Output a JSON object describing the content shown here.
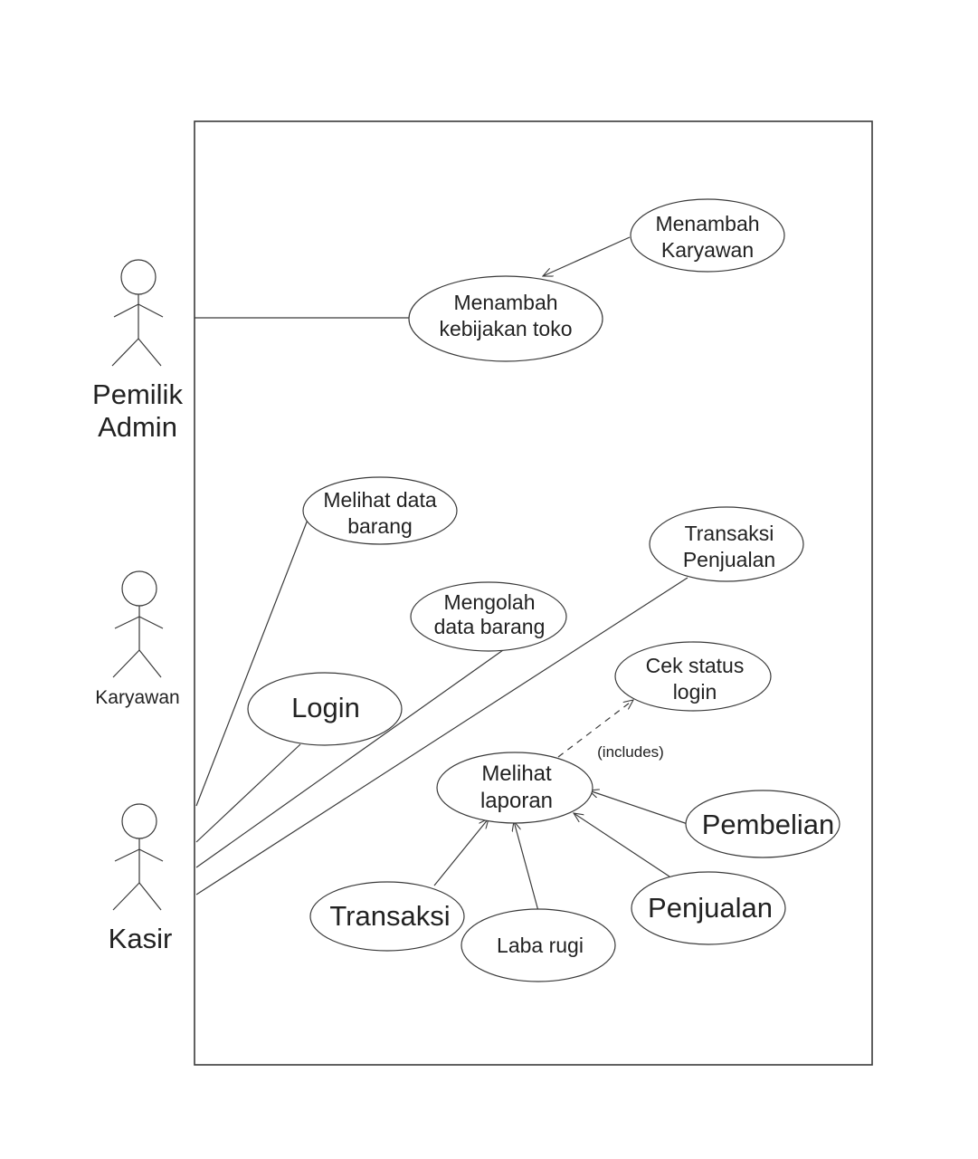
{
  "actors": {
    "pemilik_admin": {
      "line1": "Pemilik",
      "line2": "Admin"
    },
    "karyawan": {
      "label": "Karyawan"
    },
    "kasir": {
      "label": "Kasir"
    }
  },
  "use_cases": {
    "menambah_karyawan": {
      "line1": "Menambah",
      "line2": "Karyawan"
    },
    "menambah_kebijakan": {
      "line1": "Menambah",
      "line2": "kebijakan toko"
    },
    "melihat_data_barang": {
      "line1": "Melihat data",
      "line2": "barang"
    },
    "transaksi_penjualan": {
      "line1": "Transaksi",
      "line2": "Penjualan"
    },
    "mengolah_data_barang": {
      "line1": "Mengolah",
      "line2": "data barang"
    },
    "cek_status_login": {
      "line1": "Cek status",
      "line2": "login"
    },
    "login": {
      "label": "Login"
    },
    "melihat_laporan": {
      "line1": "Melihat",
      "line2": "laporan"
    },
    "pembelian": {
      "label": "Pembelian"
    },
    "transaksi": {
      "label": "Transaksi"
    },
    "penjualan": {
      "label": "Penjualan"
    },
    "laba_rugi": {
      "label": "Laba rugi"
    }
  },
  "relations": {
    "includes_label": "(includes)"
  },
  "colors": {
    "line": "#3a3a3a",
    "text": "#222222",
    "background": "#ffffff"
  }
}
